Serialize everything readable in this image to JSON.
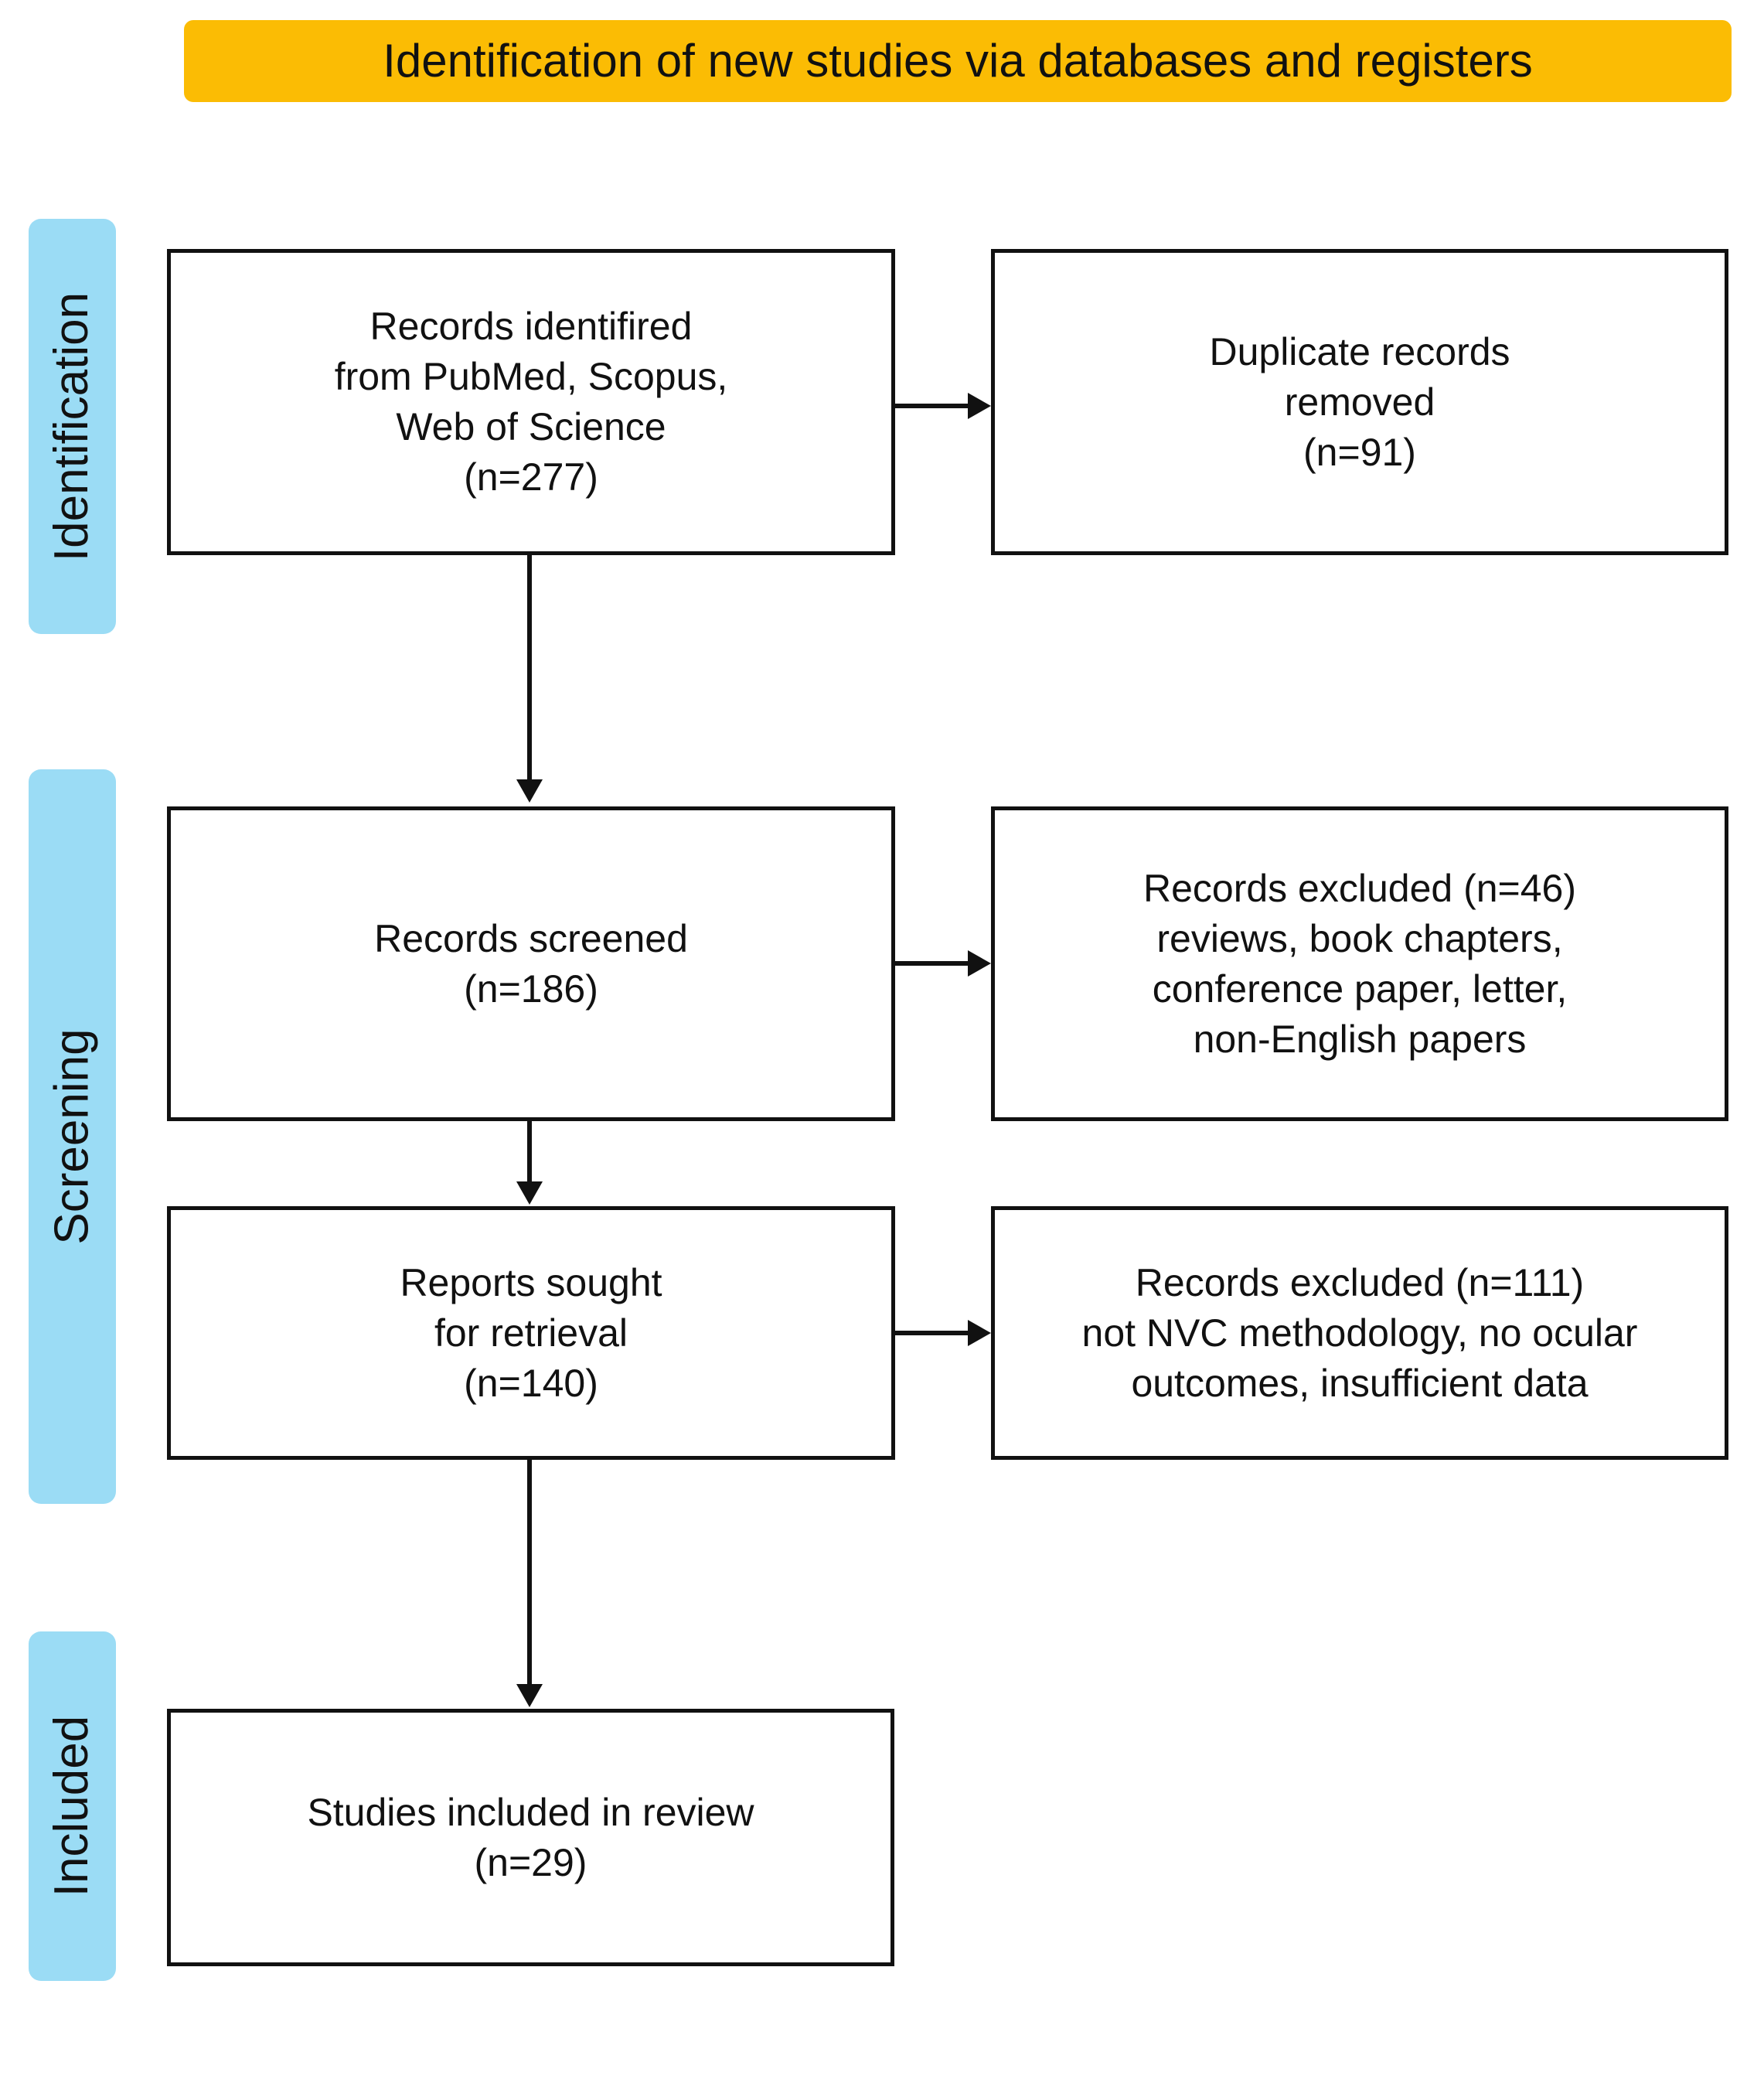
{
  "header": {
    "title": "Identification of new studies via databases and registers",
    "background_color": "#FBBC04"
  },
  "stages": {
    "accent_color": "#9BDCF5",
    "identification": "Identification",
    "screening": "Screening",
    "included": "Included"
  },
  "boxes": {
    "identified": "Records identifired\nfrom PubMed, Scopus,\nWeb of Science\n(n=277)",
    "duplicates": "Duplicate records\nremoved\n(n=91)",
    "screened": "Records screened\n(n=186)",
    "excluded_screening": "Records excluded (n=46)\nreviews, book chapters,\nconference paper, letter,\nnon-English papers",
    "sought": "Reports sought\nfor retrieval\n(n=140)",
    "excluded_retrieval": "Records excluded (n=111)\nnot NVC methodology, no ocular\noutcomes, insufficient data",
    "included": "Studies included in review\n(n=29)"
  },
  "chart_data": {
    "type": "flowchart",
    "title": "Identification of new studies via databases and registers",
    "stages": [
      "Identification",
      "Screening",
      "Included"
    ],
    "nodes": [
      {
        "id": "identified",
        "stage": "Identification",
        "label": "Records identifired from PubMed, Scopus, Web of Science",
        "n": 277
      },
      {
        "id": "duplicates",
        "stage": "Identification",
        "label": "Duplicate records removed",
        "n": 91
      },
      {
        "id": "screened",
        "stage": "Screening",
        "label": "Records screened",
        "n": 186
      },
      {
        "id": "excluded_screening",
        "stage": "Screening",
        "label": "Records excluded: reviews, book chapters, conference paper, letter, non-English papers",
        "n": 46
      },
      {
        "id": "sought",
        "stage": "Screening",
        "label": "Reports sought for retrieval",
        "n": 140
      },
      {
        "id": "excluded_retrieval",
        "stage": "Screening",
        "label": "Records excluded: not NVC methodology, no ocular outcomes, insufficient data",
        "n": 111
      },
      {
        "id": "included",
        "stage": "Included",
        "label": "Studies included in review",
        "n": 29
      }
    ],
    "edges": [
      {
        "from": "identified",
        "to": "duplicates",
        "direction": "right"
      },
      {
        "from": "identified",
        "to": "screened",
        "direction": "down"
      },
      {
        "from": "screened",
        "to": "excluded_screening",
        "direction": "right"
      },
      {
        "from": "screened",
        "to": "sought",
        "direction": "down"
      },
      {
        "from": "sought",
        "to": "excluded_retrieval",
        "direction": "right"
      },
      {
        "from": "sought",
        "to": "included",
        "direction": "down"
      }
    ],
    "databases": [
      "PubMed",
      "Scopus",
      "Web of Science"
    ]
  }
}
